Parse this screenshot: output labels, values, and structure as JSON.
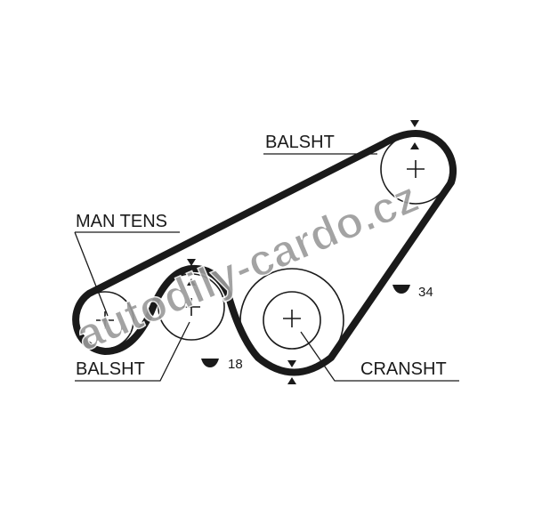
{
  "labels": {
    "balsht_top": "BALSHT",
    "man_tens": "MAN TENS",
    "balsht_bottom": "BALSHT",
    "cranshft": "CRANSHT",
    "teeth_18": "18",
    "teeth_34": "34"
  },
  "watermark": "autodily-cardo.cz",
  "colors": {
    "belt": "#1a1a1a",
    "watermark": "#9a9a9a"
  }
}
